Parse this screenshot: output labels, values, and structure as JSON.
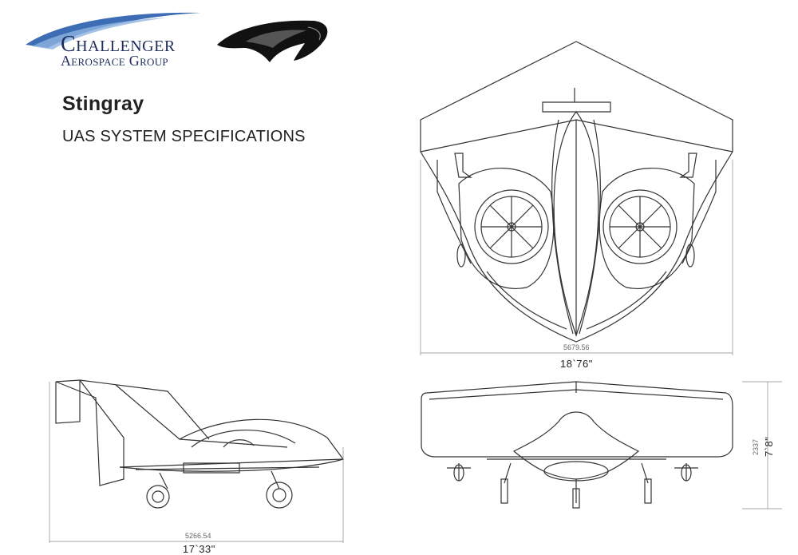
{
  "company": {
    "name_line1": "Challenger",
    "name_line2": "Aerospace Group"
  },
  "product": {
    "name": "Stingray",
    "subtitle": "UAS SYSTEM SPECIFICATIONS"
  },
  "dimensions": {
    "top_width_mm": "5679.56",
    "top_width_ft": "18`76\"",
    "side_length_mm": "5266.54",
    "side_length_ft": "17`33\"",
    "front_height_mm": "2337",
    "front_height_ft": "7`8\""
  },
  "colors": {
    "brand_navy": "#1c2d5c",
    "brand_swoosh": "#3d6db5",
    "line": "#333333"
  }
}
